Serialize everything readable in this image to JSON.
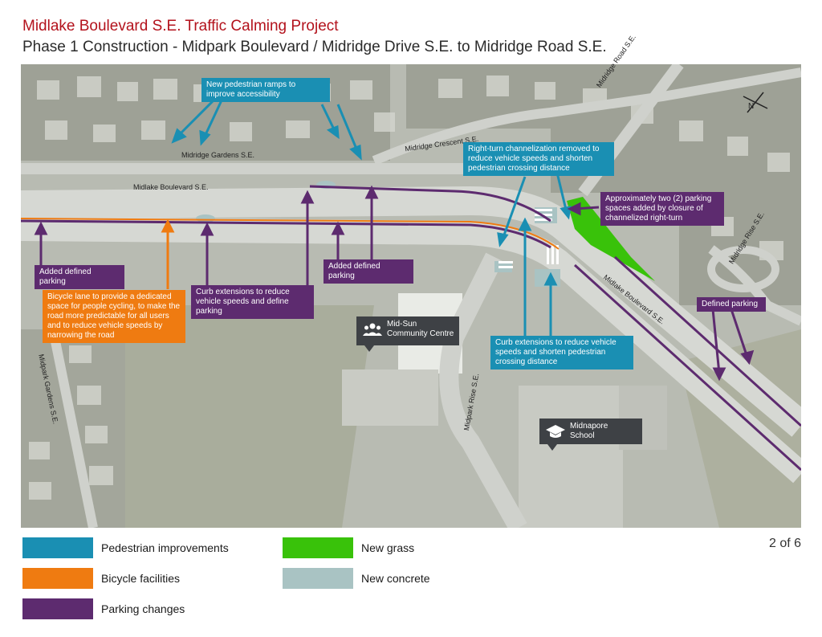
{
  "title": "Midlake Boulevard S.E. Traffic Calming Project",
  "subtitle": "Phase 1 Construction - Midpark Boulevard / Midridge Drive S.E. to Midridge Road S.E.",
  "page": "2 of 6",
  "colors": {
    "pedestrian": "#1a8fb3",
    "bicycle": "#ef7b11",
    "parking": "#5d2b6f",
    "grass": "#39c20a",
    "concrete": "#a9c3c3"
  },
  "streets": {
    "midridge_road": "Midridge Road S.E.",
    "midridge_crescent": "Midridge Crescent S.E.",
    "midridge_gardens": "Midridge Gardens S.E.",
    "midlake_blvd_west": "Midlake Boulevard S.E.",
    "midlake_blvd_east": "Midlake Boulevard S.E.",
    "midridge_rise": "Midridge Rise S.E.",
    "midpark_gardens": "Midpark Gardens S.E.",
    "midpark_rise": "Midpark Rise S.E."
  },
  "callouts": {
    "ped_ramps": "New pedestrian ramps to improve accessibility",
    "right_turn": "Right-turn channelization removed to reduce vehicle speeds and shorten pedestrian crossing distance",
    "two_spaces": "Approximately two (2) parking spaces added by closure of channelized right-turn",
    "defined_parking_west": "Added defined parking",
    "defined_parking_mid": "Added defined parking",
    "bicycle_lane": "Bicycle lane to provide a dedicated space for people cycling, to make the road more predictable for all users and to reduce vehicle speeds by narrowing the road",
    "curb_ext_parking": "Curb extensions to reduce vehicle speeds and define parking",
    "curb_ext_ped": "Curb extensions to reduce vehicle speeds and shorten pedestrian crossing distance",
    "defined_parking_east": "Defined parking"
  },
  "places": {
    "community_centre": "Mid-Sun Community Centre",
    "school": "Midnapore School"
  },
  "legend": {
    "pedestrian": "Pedestrian improvements",
    "bicycle": "Bicycle facilities",
    "parking": "Parking changes",
    "grass": "New grass",
    "concrete": "New concrete"
  },
  "icons": {
    "north_arrow": "north-arrow-icon",
    "community": "people-icon",
    "school": "graduation-cap-icon"
  }
}
